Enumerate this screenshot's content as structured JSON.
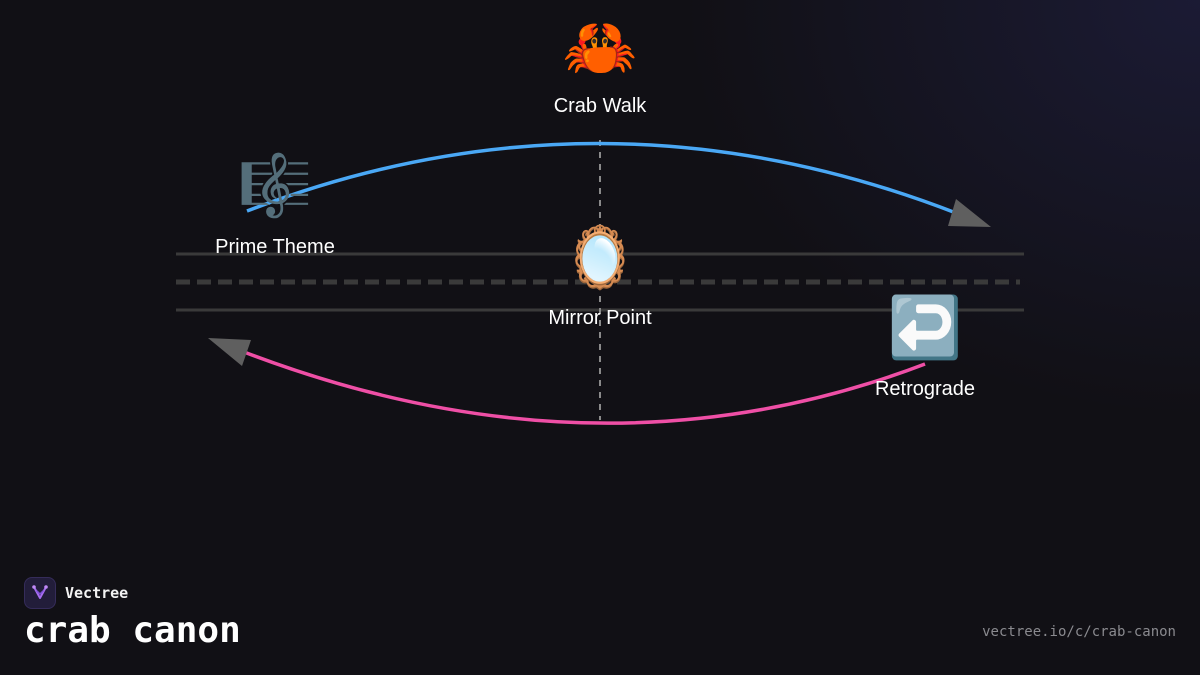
{
  "diagram": {
    "nodes": [
      {
        "id": "crab-walk",
        "label": "Crab Walk",
        "icon": "crab-icon",
        "glyph": "🦀"
      },
      {
        "id": "prime-theme",
        "label": "Prime Theme",
        "icon": "musical-score-icon",
        "glyph": "🎼"
      },
      {
        "id": "mirror-point",
        "label": "Mirror Point",
        "icon": "mirror-icon",
        "glyph": "🪞"
      },
      {
        "id": "retrograde",
        "label": "Retrograde",
        "icon": "return-arrow-icon",
        "glyph": "↩️"
      }
    ],
    "edges": [
      {
        "from": "prime-theme",
        "to": "retrograde",
        "color": "#4aa8f5"
      },
      {
        "from": "retrograde",
        "to": "prime-theme",
        "color": "#ef4fa6"
      }
    ],
    "colors": {
      "background": "#111015",
      "staff": "#3a3a3a",
      "arrowhead": "#5f5f5f"
    }
  },
  "brand": {
    "name": "Vectree",
    "logo": "vectree-logo-icon"
  },
  "title": "crab canon",
  "url": "vectree.io/c/crab-canon"
}
